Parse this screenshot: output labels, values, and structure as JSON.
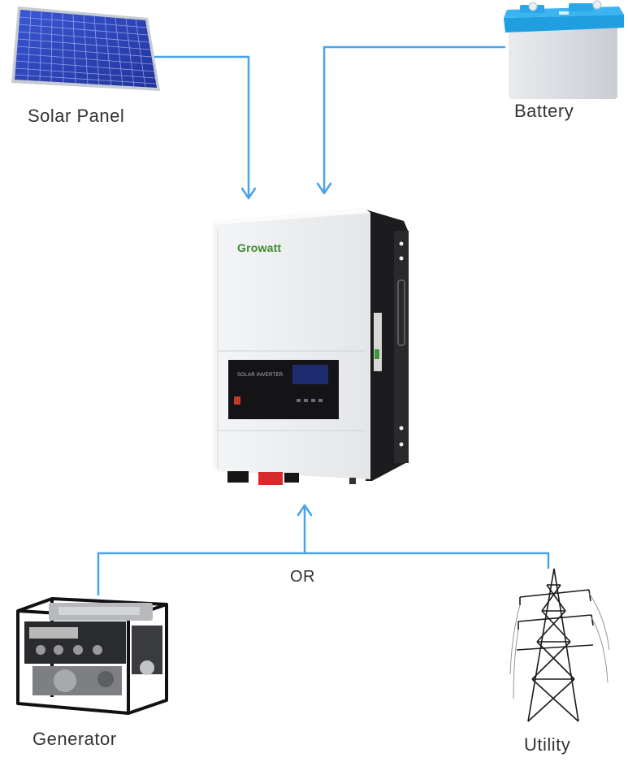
{
  "nodes": {
    "solar_panel": "Solar Panel",
    "battery": "Battery",
    "generator": "Generator",
    "utility": "Utility"
  },
  "connector_label": "OR",
  "inverter": {
    "brand": "Growatt",
    "display_text": "SOLAR INVERTER"
  },
  "colors": {
    "connector": "#4aa3e8",
    "label_text": "#333333",
    "brand_green": "#3c8a2e",
    "solar_cell_blue": "#2f47b8",
    "battery_lid_blue": "#1f9ee0"
  }
}
